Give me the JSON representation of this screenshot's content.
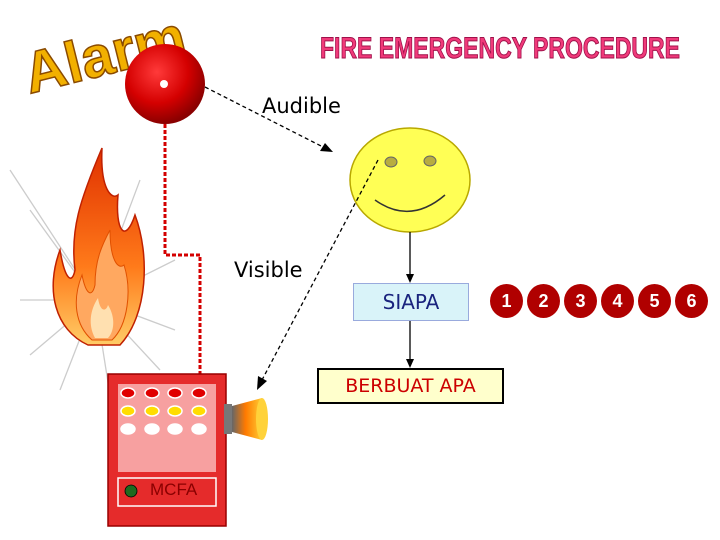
{
  "titles": {
    "alarm": "Alarm",
    "procedure": "FIRE EMERGENCY PROCEDURE"
  },
  "labels": {
    "audible": "Audible",
    "visible": "Visible",
    "siapa": "SIAPA",
    "berbuat_apa": "BERBUAT APA",
    "mcfa": "MCFA"
  },
  "steps": [
    "1",
    "2",
    "3",
    "4",
    "5",
    "6"
  ],
  "colors": {
    "alarm_title": "#e8a400",
    "procedure_title": "#e0246a",
    "bell": "#d40000",
    "face": "#ffff55",
    "panel": "#e52b2b",
    "step_badge": "#b00000",
    "wiring": "#d40000"
  },
  "icons": [
    "alarm-bell-icon",
    "smiley-face-icon",
    "fire-flame-icon",
    "mcfa-panel-icon",
    "siren-horn-icon"
  ]
}
